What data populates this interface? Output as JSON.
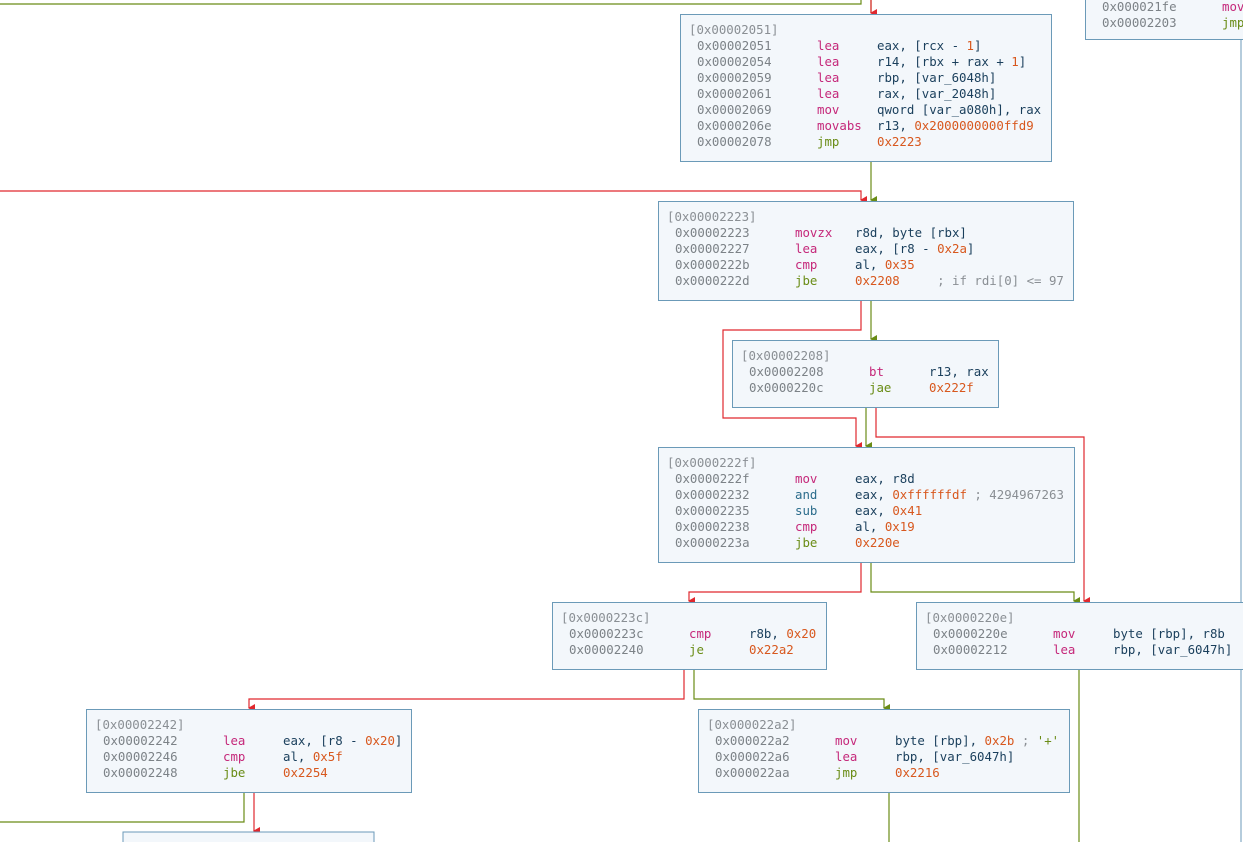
{
  "colors": {
    "false_edge": "#e0282e",
    "true_edge": "#6a8c16",
    "op_default": "#c5287a",
    "op_jump": "#6a8c16",
    "op_misc": "#2c6d8c",
    "number": "#d8581e"
  },
  "blocks": {
    "b_21fe": {
      "rows": [
        {
          "addr": "0x000021fe",
          "op": "mov",
          "opc": "pink",
          "args": []
        },
        {
          "addr": "0x00002203",
          "op": "jmp",
          "opc": "green",
          "args": []
        }
      ]
    },
    "b_2051": {
      "header": "[0x00002051]",
      "rows": [
        {
          "addr": "0x00002051",
          "op": "lea",
          "opc": "pink",
          "args": [
            [
              "t",
              "eax, [rcx - "
            ],
            [
              "n",
              "1"
            ],
            [
              "t",
              "]"
            ]
          ]
        },
        {
          "addr": "0x00002054",
          "op": "lea",
          "opc": "pink",
          "args": [
            [
              "t",
              "r14, [rbx + rax + "
            ],
            [
              "n",
              "1"
            ],
            [
              "t",
              "]"
            ]
          ]
        },
        {
          "addr": "0x00002059",
          "op": "lea",
          "opc": "pink",
          "args": [
            [
              "t",
              "rbp, [var_6048h]"
            ]
          ]
        },
        {
          "addr": "0x00002061",
          "op": "lea",
          "opc": "pink",
          "args": [
            [
              "t",
              "rax, [var_2048h]"
            ]
          ]
        },
        {
          "addr": "0x00002069",
          "op": "mov",
          "opc": "pink",
          "args": [
            [
              "t",
              "qword [var_a080h], rax"
            ]
          ]
        },
        {
          "addr": "0x0000206e",
          "op": "movabs",
          "opc": "pink",
          "args": [
            [
              "t",
              "r13, "
            ],
            [
              "n",
              "0x2000000000ffd9"
            ]
          ]
        },
        {
          "addr": "0x00002078",
          "op": "jmp",
          "opc": "green",
          "args": [
            [
              "n",
              "0x2223"
            ]
          ]
        }
      ]
    },
    "b_2223": {
      "header": "[0x00002223]",
      "rows": [
        {
          "addr": "0x00002223",
          "op": "movzx",
          "opc": "pink",
          "args": [
            [
              "t",
              "r8d, byte [rbx]"
            ]
          ]
        },
        {
          "addr": "0x00002227",
          "op": "lea",
          "opc": "pink",
          "args": [
            [
              "t",
              "eax, [r8 - "
            ],
            [
              "n",
              "0x2a"
            ],
            [
              "t",
              "]"
            ]
          ]
        },
        {
          "addr": "0x0000222b",
          "op": "cmp",
          "opc": "pink",
          "args": [
            [
              "t",
              "al, "
            ],
            [
              "n",
              "0x35"
            ]
          ]
        },
        {
          "addr": "0x0000222d",
          "op": "jbe",
          "opc": "green",
          "args": [
            [
              "n",
              "0x2208"
            ],
            [
              "c",
              "     ; if rdi[0] <= 97"
            ]
          ]
        }
      ]
    },
    "b_2208": {
      "header": "[0x00002208]",
      "rows": [
        {
          "addr": "0x00002208",
          "op": "bt",
          "opc": "pink",
          "args": [
            [
              "t",
              "r13, rax"
            ]
          ]
        },
        {
          "addr": "0x0000220c",
          "op": "jae",
          "opc": "green",
          "args": [
            [
              "n",
              "0x222f"
            ]
          ]
        }
      ]
    },
    "b_222f": {
      "header": "[0x0000222f]",
      "rows": [
        {
          "addr": "0x0000222f",
          "op": "mov",
          "opc": "pink",
          "args": [
            [
              "t",
              "eax, r8d"
            ]
          ]
        },
        {
          "addr": "0x00002232",
          "op": "and",
          "opc": "teal",
          "args": [
            [
              "t",
              "eax, "
            ],
            [
              "n",
              "0xffffffdf"
            ],
            [
              "c",
              " ; 4294967263"
            ]
          ]
        },
        {
          "addr": "0x00002235",
          "op": "sub",
          "opc": "teal",
          "args": [
            [
              "t",
              "eax, "
            ],
            [
              "n",
              "0x41"
            ]
          ]
        },
        {
          "addr": "0x00002238",
          "op": "cmp",
          "opc": "pink",
          "args": [
            [
              "t",
              "al, "
            ],
            [
              "n",
              "0x19"
            ]
          ]
        },
        {
          "addr": "0x0000223a",
          "op": "jbe",
          "opc": "green",
          "args": [
            [
              "n",
              "0x220e"
            ]
          ]
        }
      ]
    },
    "b_223c": {
      "header": "[0x0000223c]",
      "rows": [
        {
          "addr": "0x0000223c",
          "op": "cmp",
          "opc": "pink",
          "args": [
            [
              "t",
              "r8b, "
            ],
            [
              "n",
              "0x20"
            ]
          ]
        },
        {
          "addr": "0x00002240",
          "op": "je",
          "opc": "green",
          "args": [
            [
              "n",
              "0x22a2"
            ]
          ]
        }
      ]
    },
    "b_220e": {
      "header": "[0x0000220e]",
      "rows": [
        {
          "addr": "0x0000220e",
          "op": "mov",
          "opc": "pink",
          "args": [
            [
              "t",
              "byte [rbp], r8b"
            ]
          ]
        },
        {
          "addr": "0x00002212",
          "op": "lea",
          "opc": "pink",
          "args": [
            [
              "t",
              "rbp, [var_6047h]"
            ]
          ]
        }
      ]
    },
    "b_2242": {
      "header": "[0x00002242]",
      "rows": [
        {
          "addr": "0x00002242",
          "op": "lea",
          "opc": "pink",
          "args": [
            [
              "t",
              "eax, [r8 - "
            ],
            [
              "n",
              "0x20"
            ],
            [
              "t",
              "]"
            ]
          ]
        },
        {
          "addr": "0x00002246",
          "op": "cmp",
          "opc": "pink",
          "args": [
            [
              "t",
              "al, "
            ],
            [
              "n",
              "0x5f"
            ]
          ]
        },
        {
          "addr": "0x00002248",
          "op": "jbe",
          "opc": "green",
          "args": [
            [
              "n",
              "0x2254"
            ]
          ]
        }
      ]
    },
    "b_22a2": {
      "header": "[0x000022a2]",
      "rows": [
        {
          "addr": "0x000022a2",
          "op": "mov",
          "opc": "pink",
          "args": [
            [
              "t",
              "byte [rbp], "
            ],
            [
              "n",
              "0x2b"
            ],
            [
              "c",
              " ; "
            ],
            [
              "s",
              "'+'"
            ]
          ]
        },
        {
          "addr": "0x000022a6",
          "op": "lea",
          "opc": "pink",
          "args": [
            [
              "t",
              "rbp, [var_6047h]"
            ]
          ]
        },
        {
          "addr": "0x000022aa",
          "op": "jmp",
          "opc": "green",
          "args": [
            [
              "n",
              "0x2216"
            ]
          ]
        }
      ]
    }
  }
}
